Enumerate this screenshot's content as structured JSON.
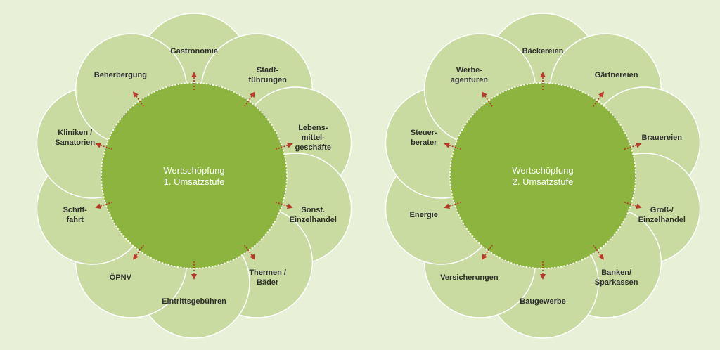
{
  "colors": {
    "background": "#e8f0d8",
    "petal_fill": "#c9dba0",
    "petal_stroke": "#ffffff",
    "center_fill": "#8cb43e",
    "center_border": "#ffffff",
    "arrow": "#b83a2a",
    "label_text": "#2f2f2f",
    "center_text": "#ffffff"
  },
  "flowers": [
    {
      "id": "stufe-1",
      "center": {
        "line1": "Wertschöpfung",
        "line2": "1. Umsatzstufe"
      },
      "petals": [
        {
          "lines": [
            "Gastronomie"
          ]
        },
        {
          "lines": [
            "Stadt-",
            "führungen"
          ]
        },
        {
          "lines": [
            "Lebens-",
            "mittel-",
            "geschäfte"
          ]
        },
        {
          "lines": [
            "Sonst.",
            "Einzelhandel"
          ]
        },
        {
          "lines": [
            "Thermen /",
            "Bäder"
          ]
        },
        {
          "lines": [
            "Eintrittsgebühren"
          ]
        },
        {
          "lines": [
            "ÖPNV"
          ]
        },
        {
          "lines": [
            "Schiff-",
            "fahrt"
          ]
        },
        {
          "lines": [
            "Kliniken /",
            "Sanatorien"
          ]
        },
        {
          "lines": [
            "Beherbergung"
          ]
        }
      ]
    },
    {
      "id": "stufe-2",
      "center": {
        "line1": "Wertschöpfung",
        "line2": "2. Umsatzstufe"
      },
      "petals": [
        {
          "lines": [
            "Bäckereien"
          ]
        },
        {
          "lines": [
            "Gärtnereien"
          ]
        },
        {
          "lines": [
            "Brauereien"
          ]
        },
        {
          "lines": [
            "Groß-/",
            "Einzelhandel"
          ]
        },
        {
          "lines": [
            "Banken/",
            "Sparkassen"
          ]
        },
        {
          "lines": [
            "Baugewerbe"
          ]
        },
        {
          "lines": [
            "Versicherungen"
          ]
        },
        {
          "lines": [
            "Energie"
          ]
        },
        {
          "lines": [
            "Steuer-",
            "berater"
          ]
        },
        {
          "lines": [
            "Werbe-",
            "agenturen"
          ]
        }
      ]
    }
  ]
}
